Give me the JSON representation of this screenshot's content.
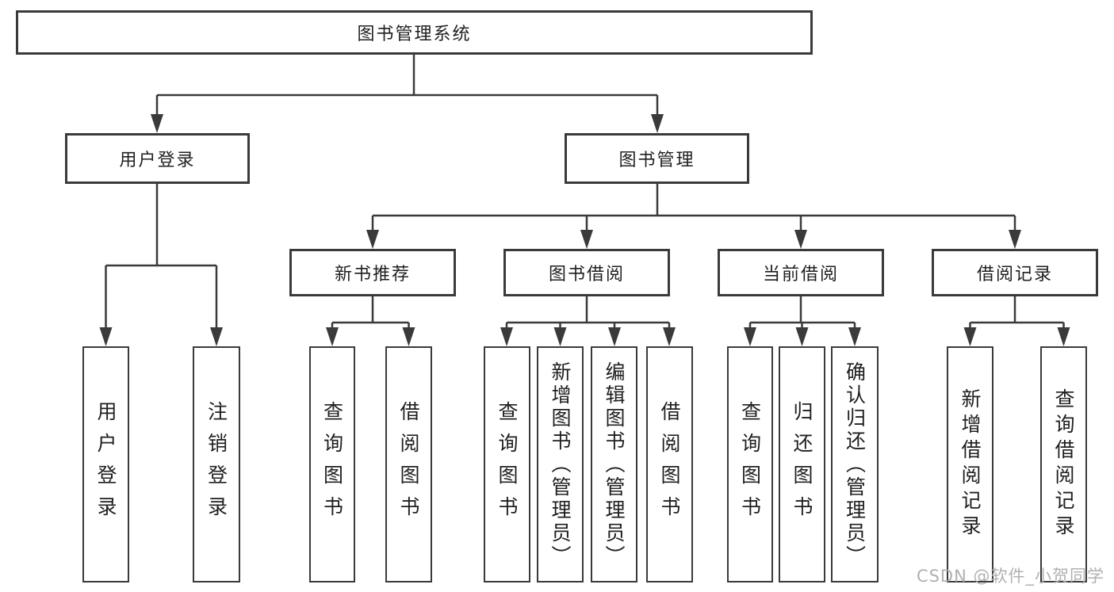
{
  "tree": {
    "root_label": "图书管理系统",
    "branches": [
      {
        "label": "用户登录",
        "leaves": [
          "用户登录",
          "注销登录"
        ]
      },
      {
        "label": "图书管理",
        "groups": [
          {
            "label": "新书推荐",
            "leaves": [
              "查询图书",
              "借阅图书"
            ]
          },
          {
            "label": "图书借阅",
            "leaves": [
              "查询图书",
              "新增图书（管理员）",
              "编辑图书（管理员）",
              "借阅图书"
            ]
          },
          {
            "label": "当前借阅",
            "leaves": [
              "查询图书",
              "归还图书",
              "确认归还（管理员）"
            ]
          },
          {
            "label": "借阅记录",
            "leaves": [
              "新增借阅记录",
              "查询借阅记录"
            ]
          }
        ]
      }
    ]
  },
  "watermark": {
    "text": "CSDN @软件_小贺同学"
  },
  "colors": {
    "line": "#3a3a3a",
    "text": "#1f1f1f",
    "watermark": "#b0b0b0",
    "background": "#ffffff"
  }
}
